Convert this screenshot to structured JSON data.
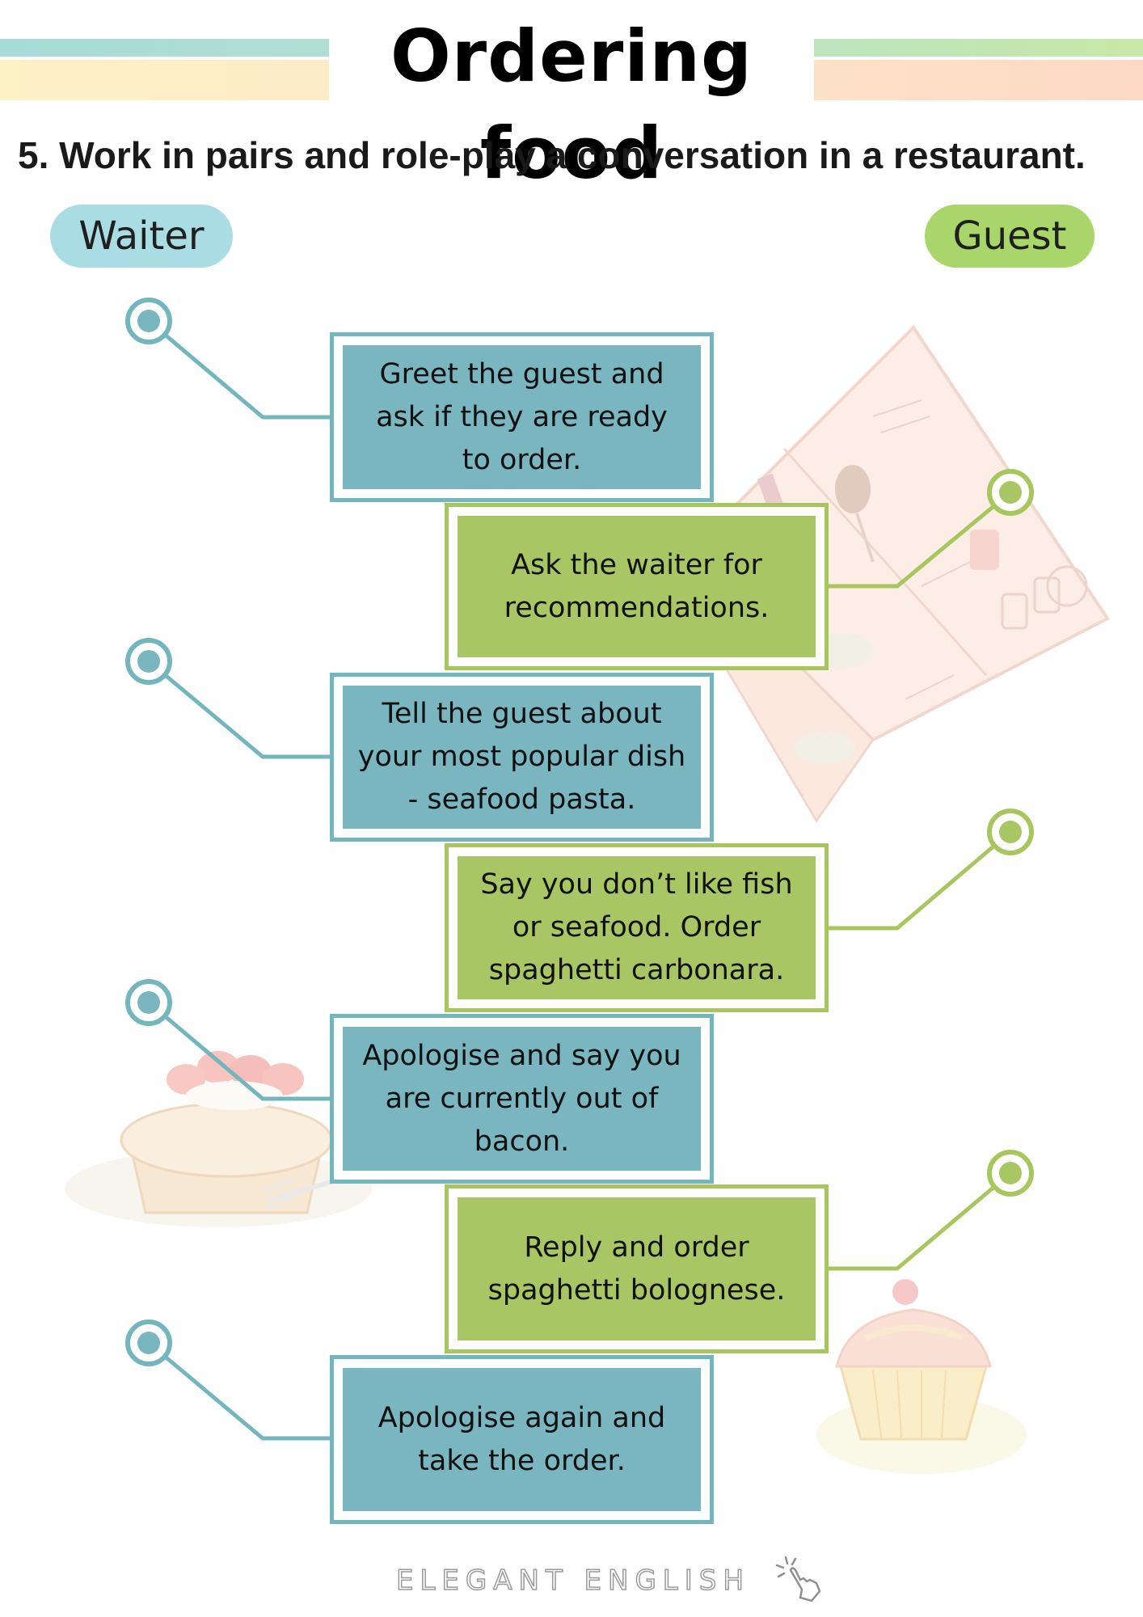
{
  "header": {
    "title": "Ordering food",
    "instruction": "5.  Work in pairs and role-play a conversation in a restaurant."
  },
  "roles": {
    "waiter": "Waiter",
    "guest": "Guest"
  },
  "colors": {
    "waiter": "#79b6bf",
    "guest": "#a9c664"
  },
  "dialogue": [
    {
      "role": "waiter",
      "text": "Greet the guest and ask if they are ready to order."
    },
    {
      "role": "guest",
      "text": "Ask the waiter for recommendations."
    },
    {
      "role": "waiter",
      "text": "Tell the guest about your most popular dish - seafood pasta."
    },
    {
      "role": "guest",
      "text": "Say you don’t like fish or seafood. Order spaghetti carbonara."
    },
    {
      "role": "waiter",
      "text": "Apologise and say you are currently out of bacon."
    },
    {
      "role": "guest",
      "text": "Reply and order spaghetti bolognese."
    },
    {
      "role": "waiter",
      "text": "Apologise again and take the order."
    }
  ],
  "illustrations": [
    "menu-book",
    "strawberry-tart",
    "cupcake"
  ],
  "footer": {
    "brand": "ELEGANT ENGLISH",
    "icon": "tap-hand-icon"
  }
}
